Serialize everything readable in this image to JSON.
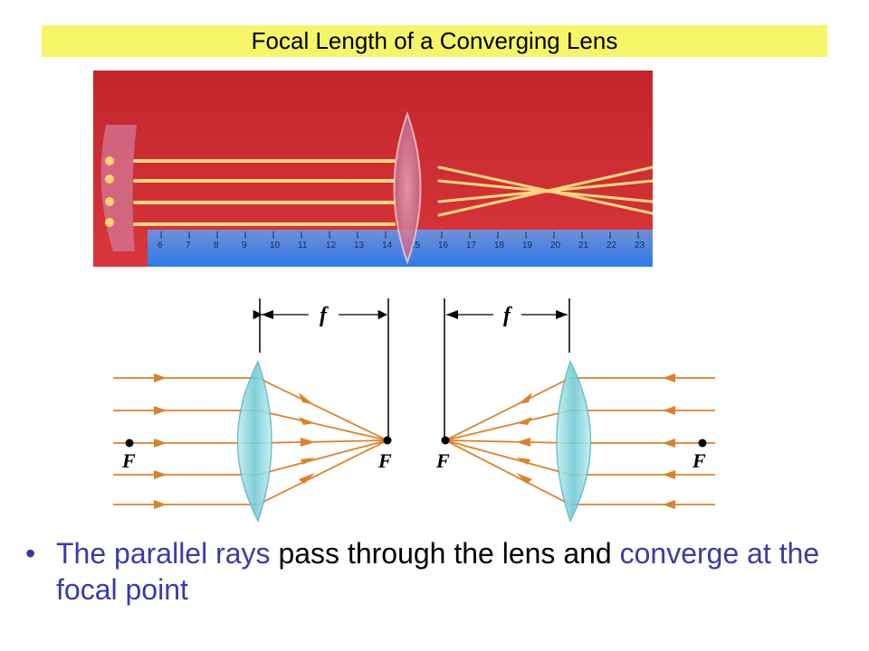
{
  "title": "Focal Length of a Converging Lens",
  "photo": {
    "ruler_ticks": [
      "6",
      "7",
      "8",
      "9",
      "10",
      "11",
      "12",
      "13",
      "14",
      "15",
      "16",
      "17",
      "18",
      "19",
      "20",
      "21",
      "22",
      "23"
    ]
  },
  "diagram": {
    "focal_length_label": "f",
    "focal_point_label": "F"
  },
  "bullet": {
    "marker": "•",
    "part1": "The parallel rays",
    "part2": " pass through the lens and ",
    "part3": "converge",
    "part4": " at the focal point"
  },
  "colors": {
    "title_bg": "#f5f56a",
    "ray": "#d9822b",
    "lens": "#8fd6de",
    "highlight_text": "#3b3ba6"
  }
}
